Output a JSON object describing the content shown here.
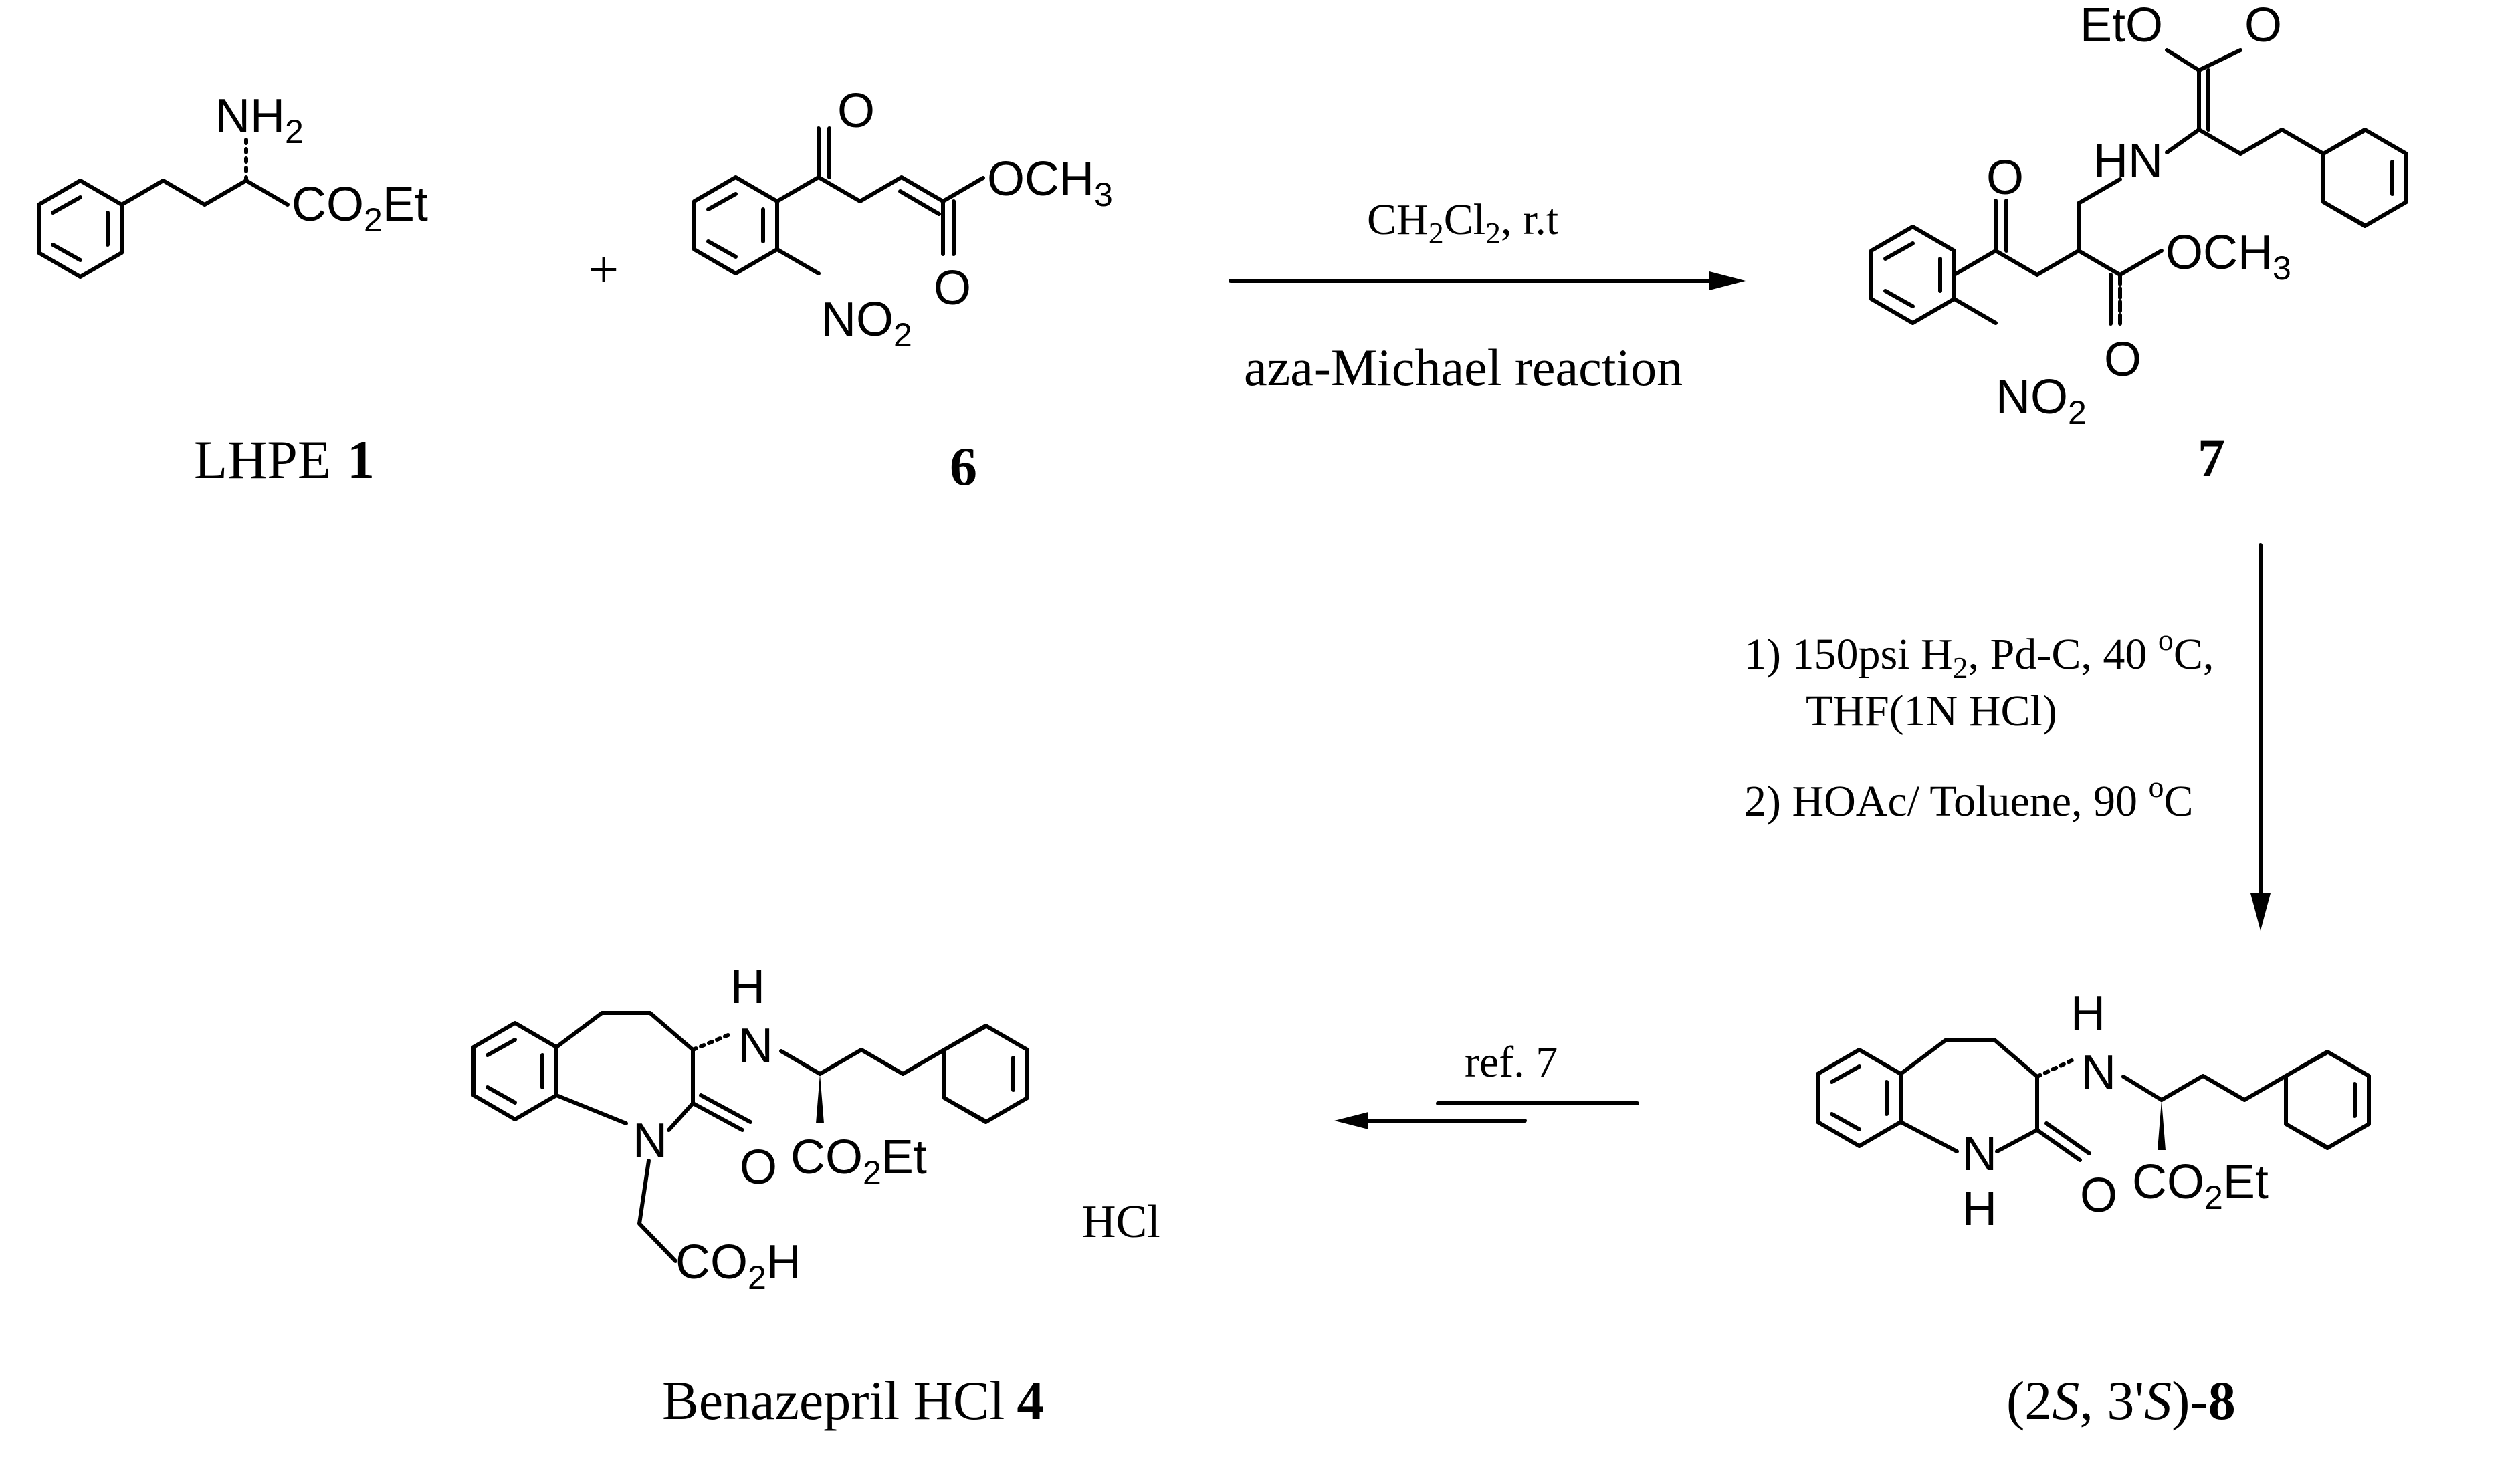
{
  "compounds": {
    "lhpe": {
      "name": "LHPE",
      "number": "1",
      "group_amine": "NH",
      "group_amine_sub": "2",
      "group_ester_a": "CO",
      "group_ester_sub": "2",
      "group_ester_b": "Et"
    },
    "c6": {
      "number": "6",
      "ketone_o": "O",
      "ester_o": "O",
      "methoxy": "OCH",
      "methoxy_sub": "3",
      "nitro": "NO",
      "nitro_sub": "2"
    },
    "c7": {
      "number": "7",
      "etO": "EtO",
      "ester_top_o": "O",
      "hn": "HN",
      "ketone_o": "O",
      "methoxy": "OCH",
      "methoxy_sub": "3",
      "ester_o": "O",
      "nitro": "NO",
      "nitro_sub": "2"
    },
    "c8": {
      "label_open": "(2",
      "label_s1": "S",
      "label_mid": ", 3'",
      "label_s2": "S",
      "label_close": ")-",
      "number": "8",
      "nh_top": "H",
      "n_top": "N",
      "n_ring": "N",
      "h_ring": "H",
      "lactam_o": "O",
      "ester_a": "CO",
      "ester_sub": "2",
      "ester_b": "Et"
    },
    "c4": {
      "name": "Benazepril HCl",
      "number": "4",
      "salt": "HCl",
      "nh_top": "H",
      "n_top": "N",
      "n_ring": "N",
      "lactam_o": "O",
      "ester_a": "CO",
      "ester_sub": "2",
      "ester_b": "Et",
      "acid_a": "CO",
      "acid_sub": "2",
      "acid_b": "H"
    }
  },
  "plus": "+",
  "steps": {
    "step1": {
      "reagent_a": "CH",
      "reagent_sub1": "2",
      "reagent_b": "Cl",
      "reagent_sub2": "2",
      "reagent_c": ", r.t",
      "name": "aza-Michael reaction"
    },
    "step2": {
      "line1_a": "1) 150psi H",
      "line1_sub": "2",
      "line1_b": ", Pd-C, 40 ",
      "line1_sup": "o",
      "line1_c": "C,",
      "line2": "THF(1N HCl)",
      "line3_a": "2) HOAc/ Toluene, 90 ",
      "line3_sup": "o",
      "line3_b": "C"
    },
    "step3": {
      "label": "ref. 7"
    }
  }
}
